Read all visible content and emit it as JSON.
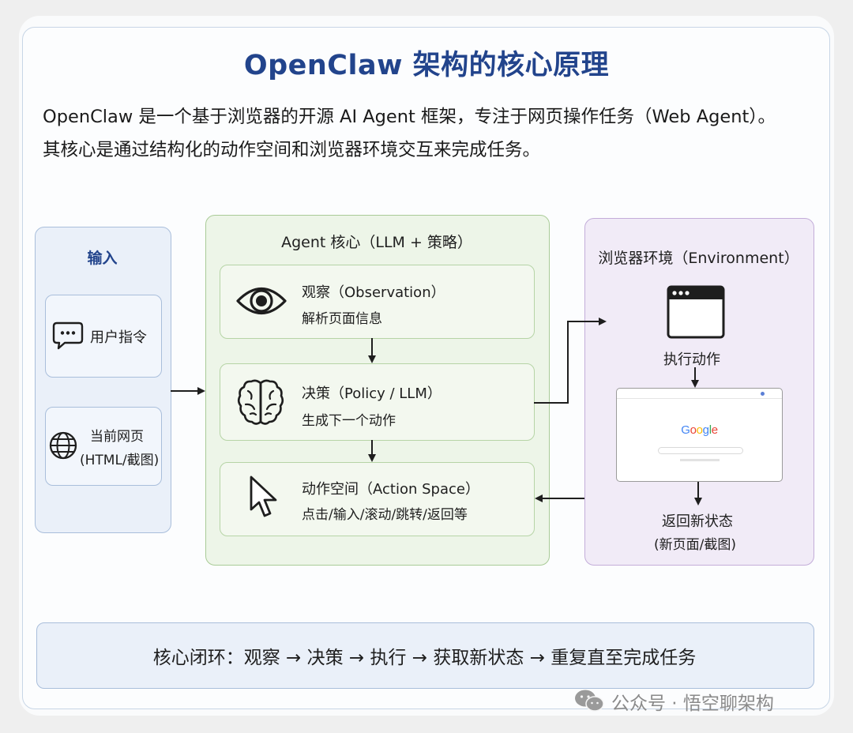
{
  "title": "OpenClaw 架构的核心原理",
  "intro": {
    "line1": "OpenClaw 是一个基于浏览器的开源 AI Agent 框架，专注于网页操作任务（Web Agent）。",
    "line2": "其核心是通过结构化的动作空间和浏览器环境交互来完成任务。"
  },
  "input": {
    "title": "输入",
    "user_instruction": {
      "label": "用户指令",
      "icon": "speech-bubble-icon"
    },
    "current_page": {
      "line1": "当前网页",
      "line2": "(HTML/截图)",
      "icon": "globe-icon"
    }
  },
  "agent": {
    "title": "Agent 核心（LLM + 策略）",
    "observation": {
      "title": "观察（Observation）",
      "desc": "解析页面信息",
      "icon": "eye-icon"
    },
    "policy": {
      "title": "决策（Policy / LLM）",
      "desc": "生成下一个动作",
      "icon": "brain-icon"
    },
    "action": {
      "title": "动作空间（Action Space）",
      "desc": "点击/输入/滚动/跳转/返回等",
      "icon": "cursor-icon"
    }
  },
  "environment": {
    "title": "浏览器环境（Environment）",
    "execute_label": "执行动作",
    "browser_logo": "Google",
    "return_line1": "返回新状态",
    "return_line2": "(新页面/截图)",
    "icon": "browser-window-icon"
  },
  "footer": "核心闭环：观察 → 决策 → 执行 → 获取新状态 → 重复直至完成任务",
  "watermark": "公众号 · 悟空聊架构",
  "colors": {
    "title": "#22448c",
    "input_bg": "#eaf0f9",
    "agent_bg": "#edf5e8",
    "env_bg": "#f1ebf7",
    "input_border": "#a9bedb",
    "agent_border": "#a9cb97",
    "env_border": "#c3add9"
  }
}
